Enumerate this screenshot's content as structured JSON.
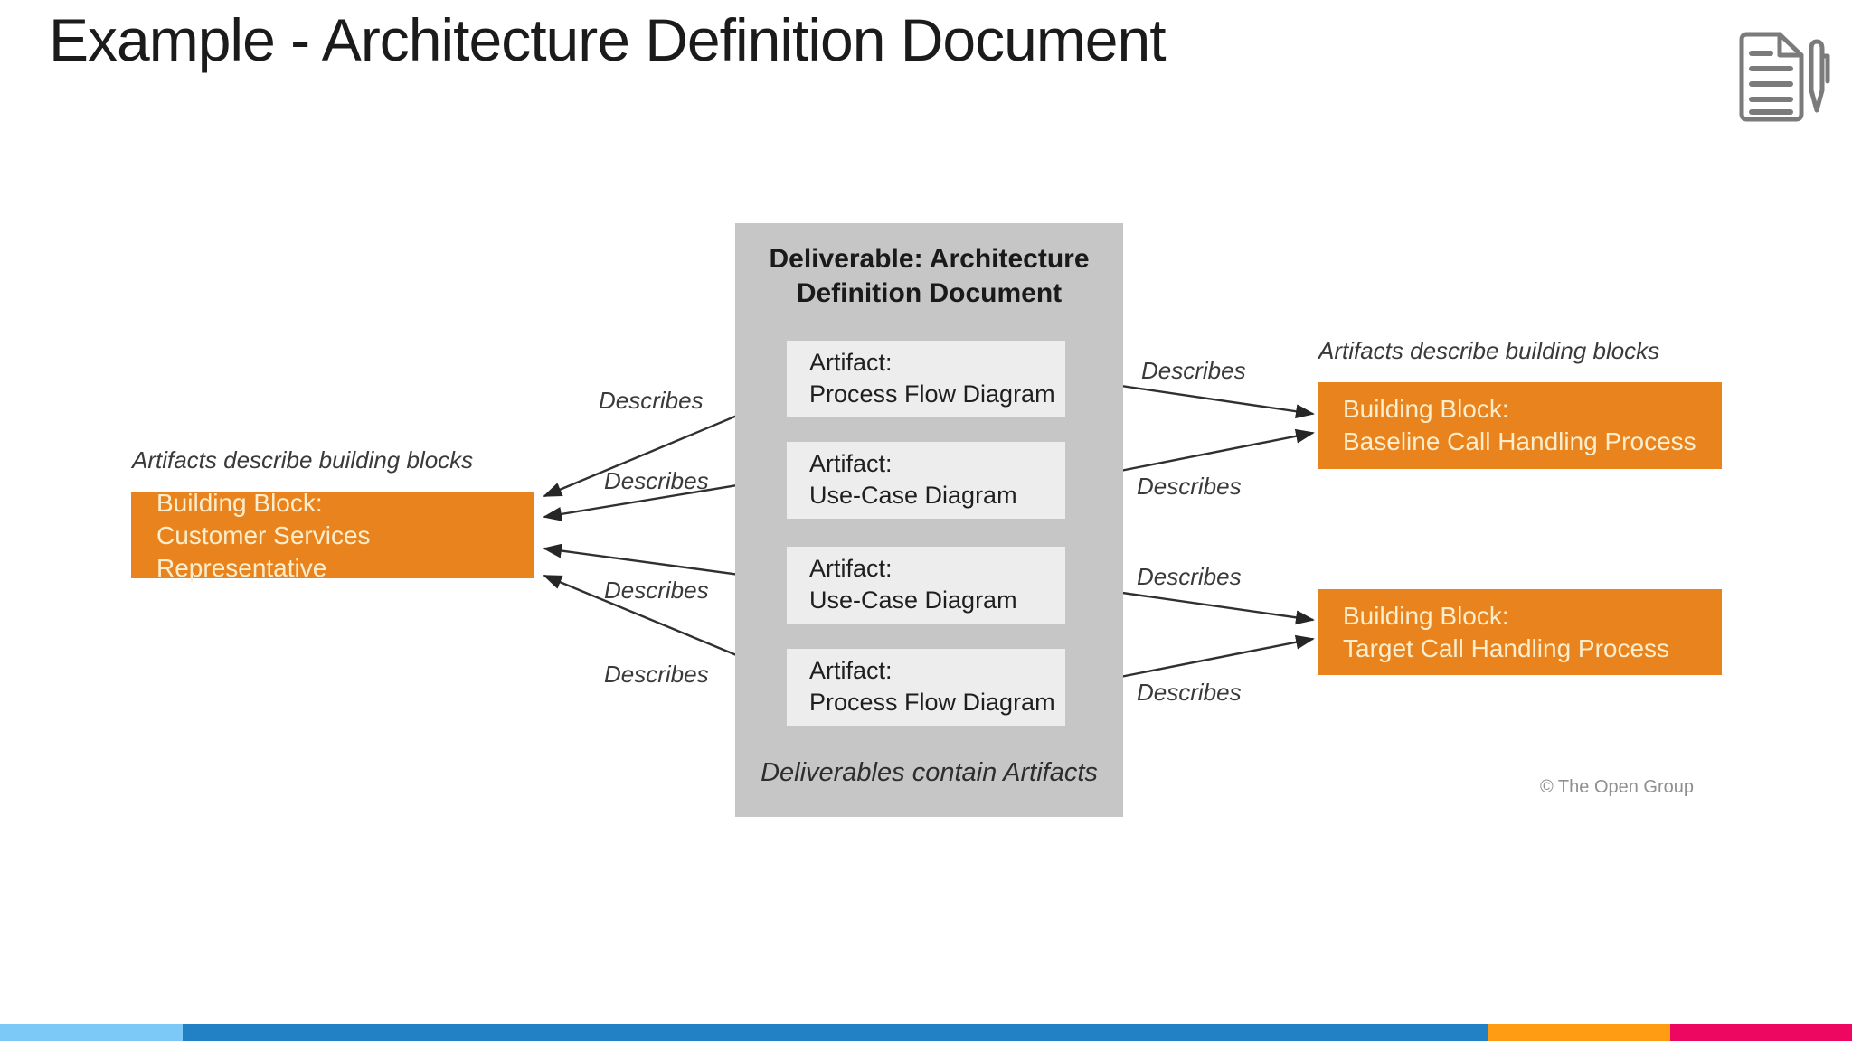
{
  "slide": {
    "title": "Example - Architecture Definition Document",
    "copyright": "© The Open Group"
  },
  "icons": {
    "header": "document-pen-icon"
  },
  "diagram": {
    "deliverable_panel": {
      "title": "Deliverable: Architecture Definition Document",
      "caption": "Deliverables contain Artifacts",
      "artifacts": [
        {
          "type": "Artifact:",
          "name": "Process Flow Diagram"
        },
        {
          "type": "Artifact:",
          "name": "Use-Case Diagram"
        },
        {
          "type": "Artifact:",
          "name": "Use-Case Diagram"
        },
        {
          "type": "Artifact:",
          "name": "Process Flow Diagram"
        }
      ]
    },
    "left_group": {
      "caption": "Artifacts describe building blocks",
      "block": {
        "type": "Building Block:",
        "name": "Customer Services Representative"
      }
    },
    "right_group": {
      "caption": "Artifacts describe building blocks",
      "blocks": [
        {
          "type": "Building Block:",
          "name": "Baseline Call Handling Process"
        },
        {
          "type": "Building Block:",
          "name": "Target Call Handling Process"
        }
      ]
    },
    "edges": [
      {
        "from": "artifact-1-process-flow-diagram",
        "to": "building-block-customer-services-representative",
        "label": "Describes"
      },
      {
        "from": "artifact-2-use-case-diagram",
        "to": "building-block-customer-services-representative",
        "label": "Describes"
      },
      {
        "from": "artifact-3-use-case-diagram",
        "to": "building-block-customer-services-representative",
        "label": "Describes"
      },
      {
        "from": "artifact-4-process-flow-diagram",
        "to": "building-block-customer-services-representative",
        "label": "Describes"
      },
      {
        "from": "artifact-1-process-flow-diagram",
        "to": "building-block-baseline-call-handling-process",
        "label": "Describes"
      },
      {
        "from": "artifact-2-use-case-diagram",
        "to": "building-block-baseline-call-handling-process",
        "label": "Describes"
      },
      {
        "from": "artifact-3-use-case-diagram",
        "to": "building-block-target-call-handling-process",
        "label": "Describes"
      },
      {
        "from": "artifact-4-process-flow-diagram",
        "to": "building-block-target-call-handling-process",
        "label": "Describes"
      }
    ]
  },
  "colors": {
    "building_block_orange": "#e8831e",
    "building_block_text": "#fcedcd",
    "deliverable_panel_gray": "#c6c6c6",
    "artifact_box_gray": "#ededed",
    "arrow": "#303030",
    "footer_light_blue": "#7cc9f8",
    "footer_blue": "#2181c4",
    "footer_orange": "#ff9c14",
    "footer_pink": "#ee0760"
  }
}
